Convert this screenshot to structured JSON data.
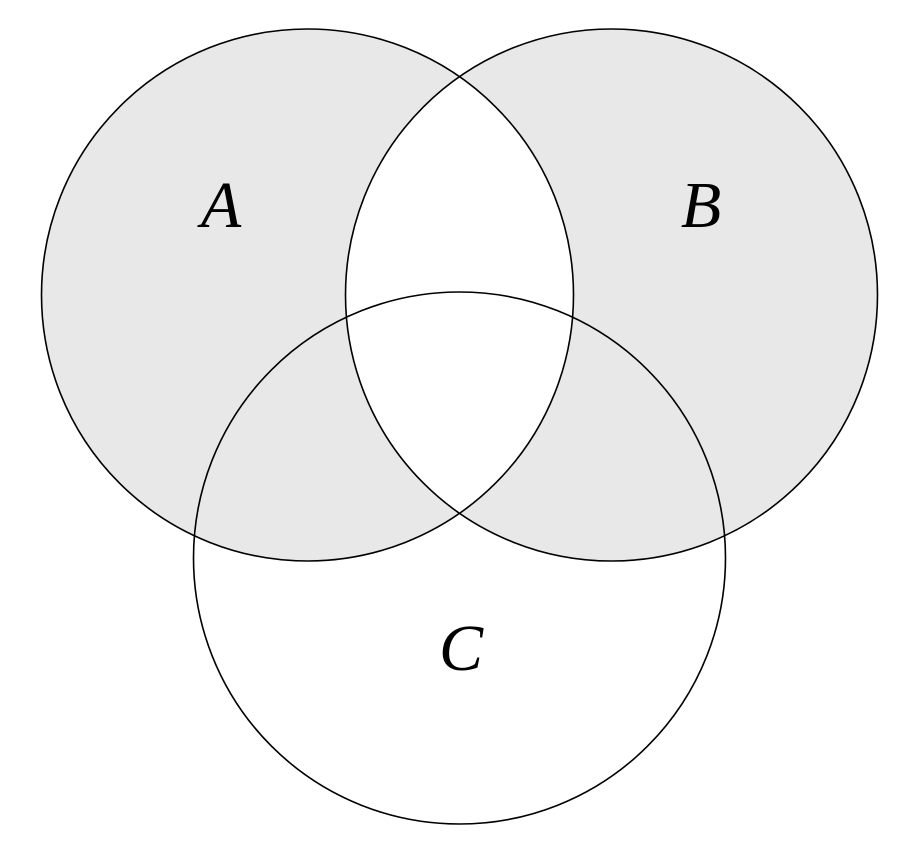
{
  "diagram": {
    "type": "venn-3-circles",
    "sets": [
      {
        "label": "A",
        "shaded": true
      },
      {
        "label": "B",
        "shaded": true
      },
      {
        "label": "C",
        "shaded": false
      }
    ],
    "shaded_region_description": "symmetric difference (A ∪ B) minus (A ∩ B); regions inside exactly one of A or B are shaded, including their overlaps with C; A ∩ B and C-only are unshaded",
    "colors": {
      "shade": "#e8e8e8",
      "stroke": "#000000",
      "background": "#ffffff"
    }
  }
}
